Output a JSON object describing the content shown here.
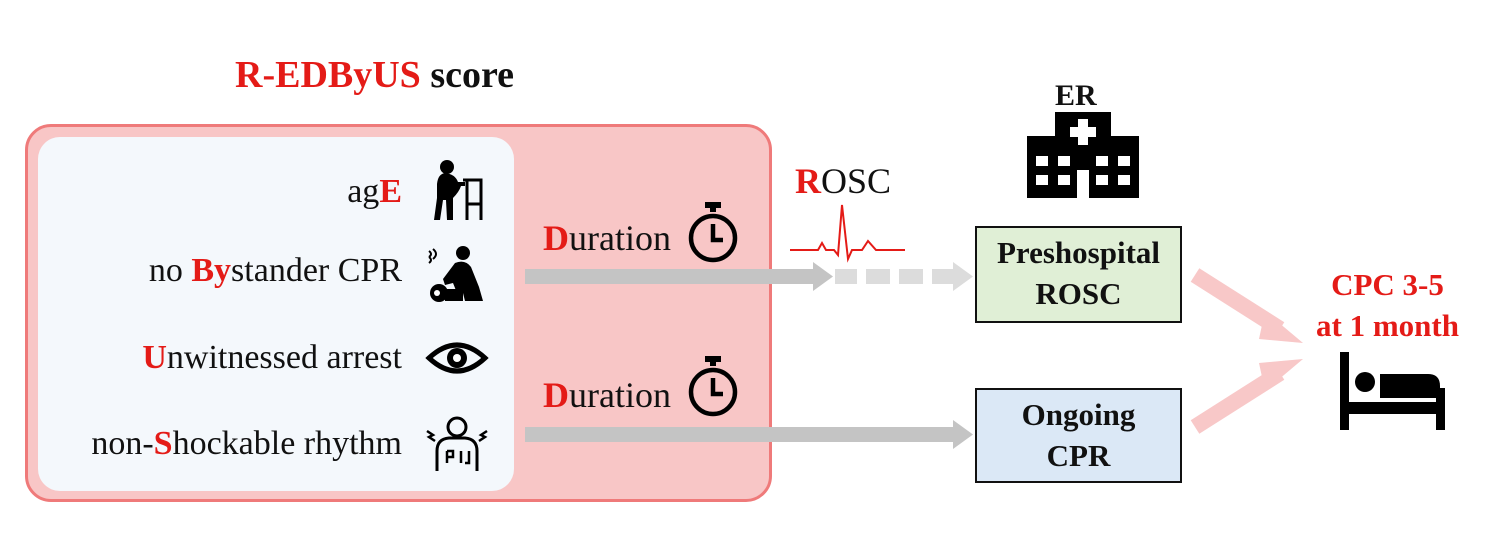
{
  "title": {
    "highlight": "R-EDByUS",
    "rest": " score"
  },
  "factors": [
    {
      "prefix": "ag",
      "highlight": "E",
      "suffix": "",
      "icon": "elderly-walker-icon"
    },
    {
      "prefix": "no ",
      "highlight": "By",
      "suffix": "stander CPR",
      "icon": "cpr-icon"
    },
    {
      "prefix": "",
      "highlight": "U",
      "suffix": "nwitnessed arrest",
      "icon": "eye-icon"
    },
    {
      "prefix": "non-",
      "highlight": "S",
      "suffix": "hockable rhythm",
      "icon": "shock-patient-icon"
    }
  ],
  "duration": {
    "highlight": "D",
    "rest": "uration",
    "icon": "stopwatch-icon"
  },
  "rosc": {
    "highlight": "R",
    "rest": "OSC",
    "icon": "ecg-waveform-icon"
  },
  "er": {
    "label": "ER",
    "icon": "hospital-icon"
  },
  "outcomes": {
    "prehospital_rosc": [
      "Preshospital",
      "ROSC"
    ],
    "ongoing_cpr": [
      "Ongoing",
      "CPR"
    ]
  },
  "endpoint": {
    "lines": [
      "CPC 3-5",
      "at 1 month"
    ],
    "icon": "hospital-bed-icon"
  },
  "colors": {
    "accent_red": "#e41b17",
    "score_box_fill": "#f8c6c6",
    "score_box_border": "#ef7a7a",
    "inner_box_fill": "#f4f8fc",
    "prehospital_fill": "#e0efd6",
    "ongoing_fill": "#dbe8f6",
    "arrow_gray": "#c4c4c4",
    "arrow_pink": "#f8c8c8"
  }
}
